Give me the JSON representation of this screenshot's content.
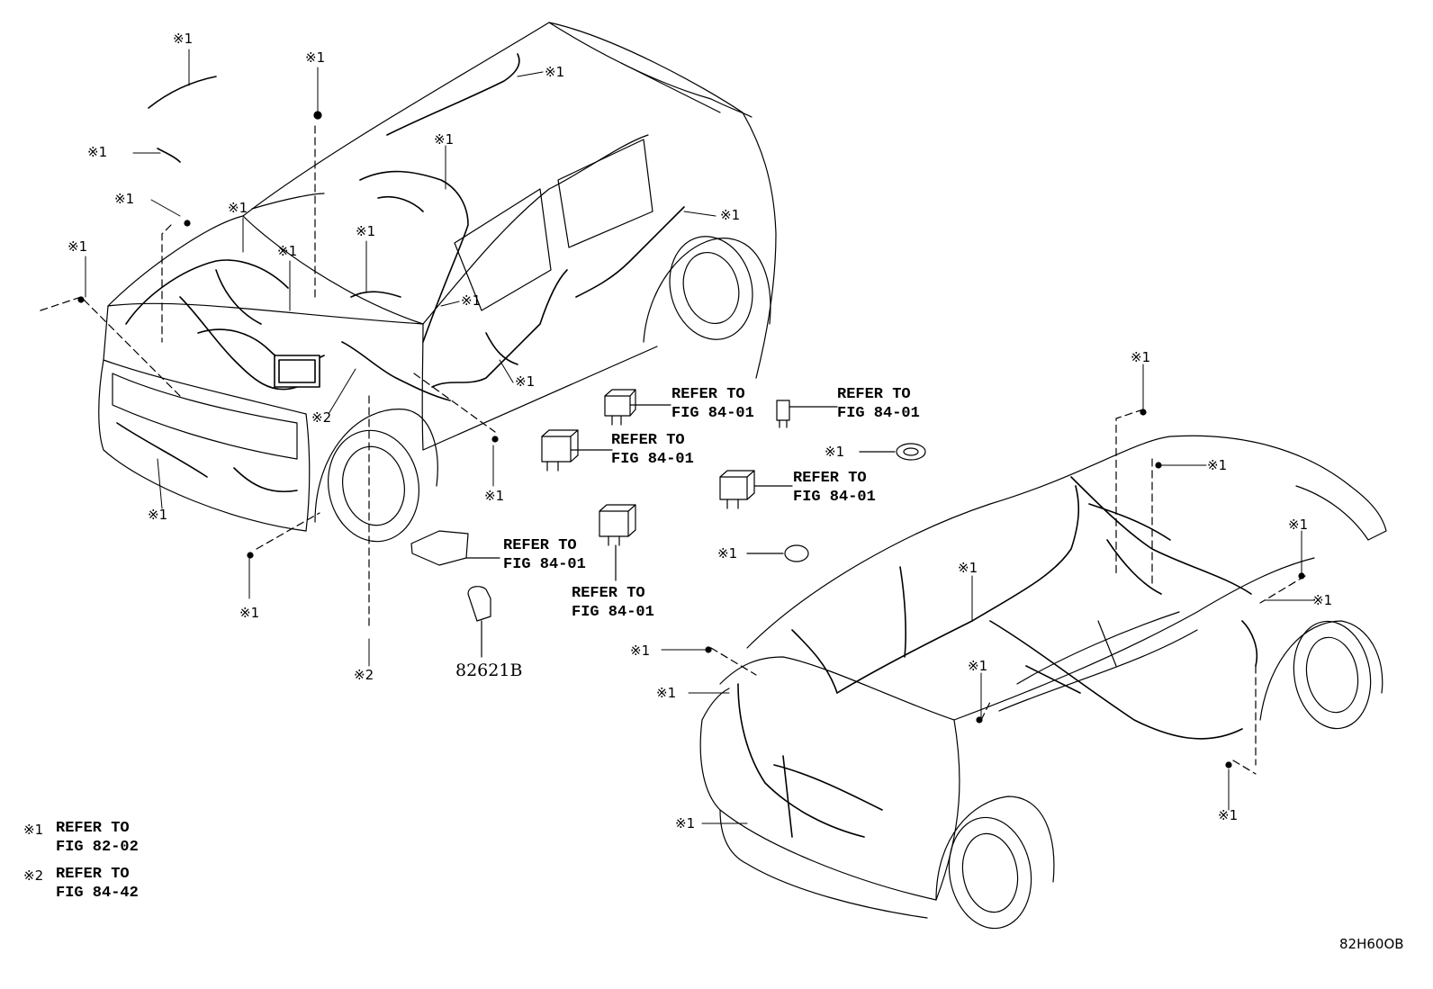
{
  "callouts": {
    "mark1": "※1",
    "mark2": "※2"
  },
  "refer": {
    "line1": "REFER TO",
    "fig_84_01": "FIG 84-01"
  },
  "part_number": "82621B",
  "diagram_code": "82H60OB",
  "legend": {
    "item1_mark": "※1",
    "item1_line1": "REFER TO",
    "item1_line2": "FIG 82-02",
    "item2_mark": "※2",
    "item2_line1": "REFER TO",
    "item2_line2": "FIG 84-42"
  },
  "colors": {
    "line": "#000000",
    "background": "#ffffff"
  }
}
